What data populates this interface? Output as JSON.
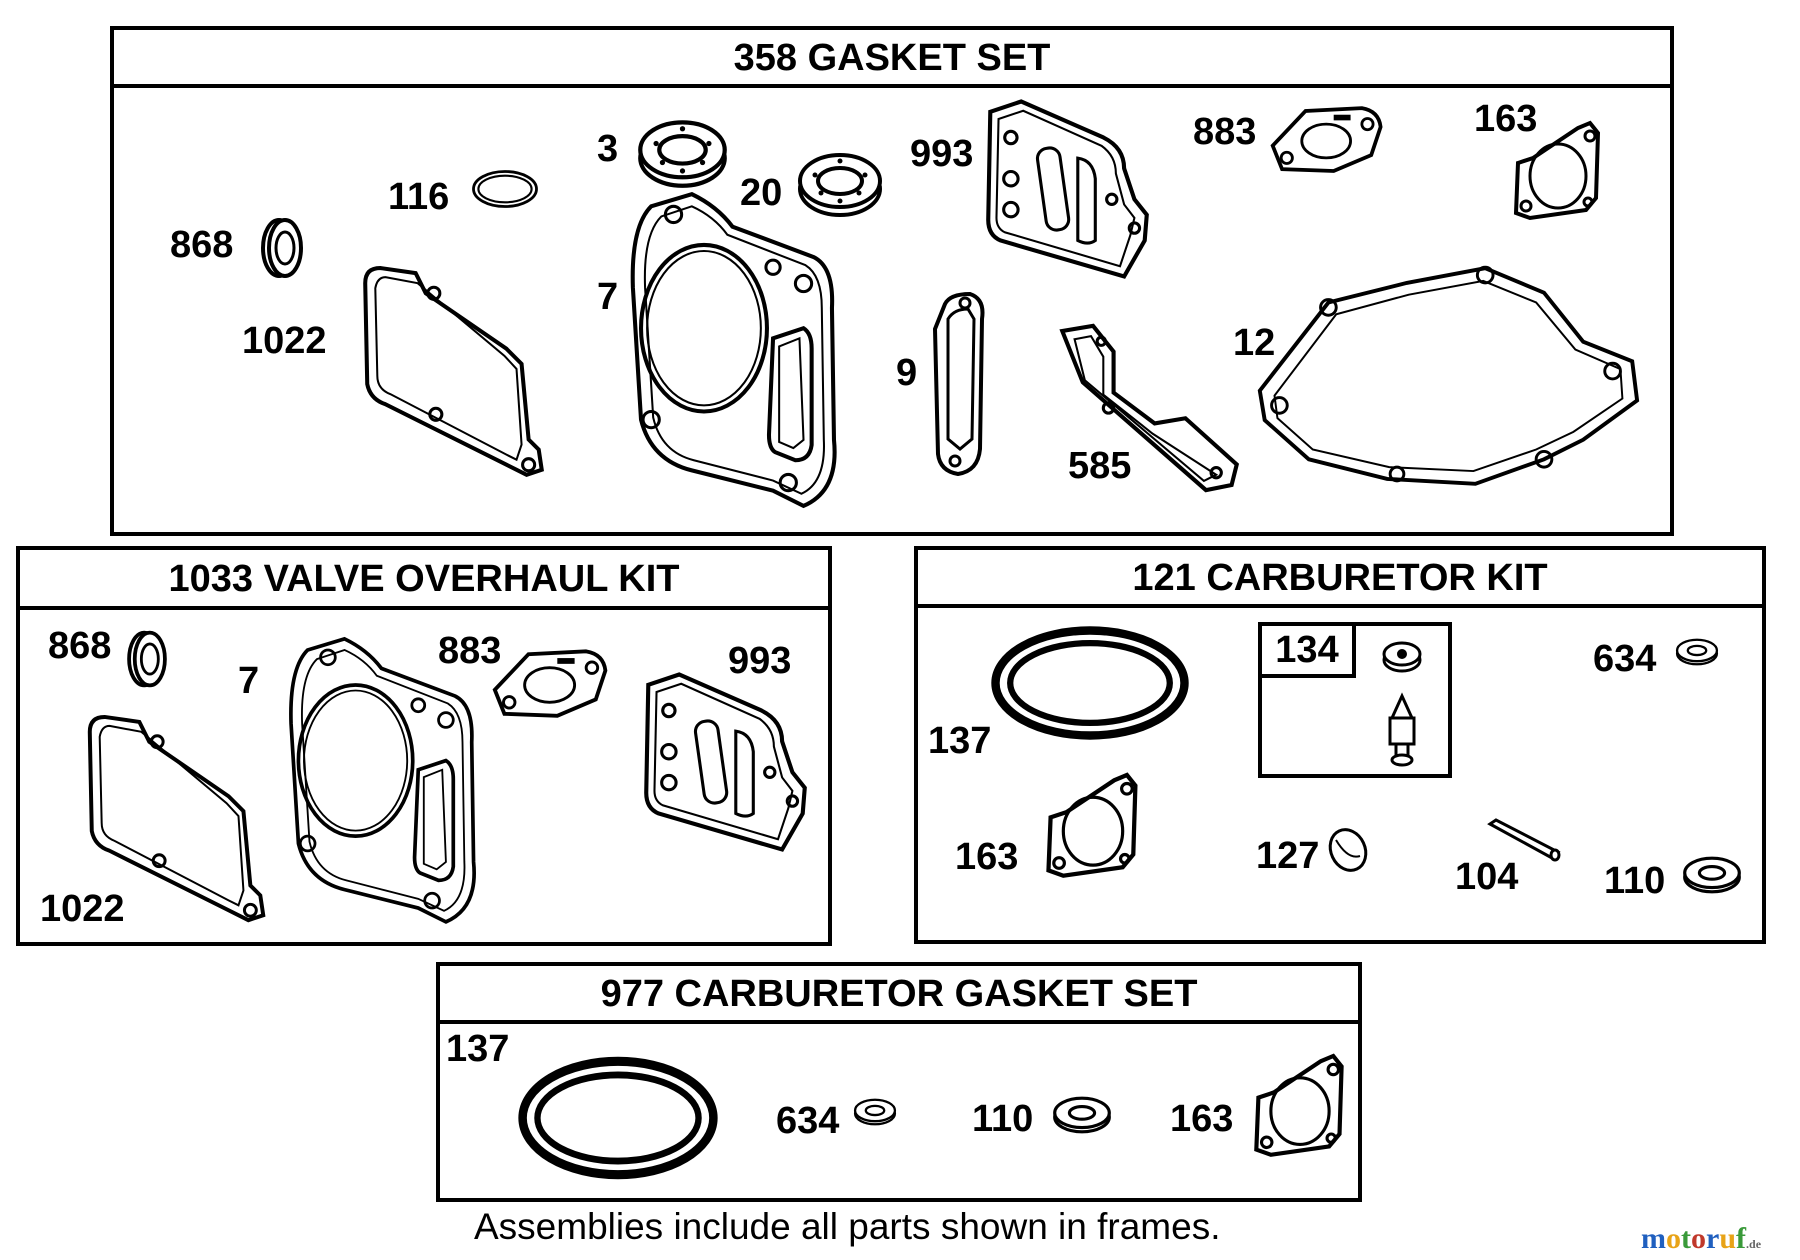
{
  "frames": {
    "gasket_set": {
      "title": "358 GASKET SET",
      "labels": {
        "p868": "868",
        "p116": "116",
        "p3": "3",
        "p20": "20",
        "p993": "993",
        "p883": "883",
        "p163": "163",
        "p1022": "1022",
        "p7": "7",
        "p9": "9",
        "p12": "12",
        "p585": "585"
      }
    },
    "valve_kit": {
      "title": "1033 VALVE OVERHAUL KIT",
      "labels": {
        "p868": "868",
        "p7": "7",
        "p883": "883",
        "p993": "993",
        "p1022": "1022"
      }
    },
    "carb_kit": {
      "title": "121 CARBURETOR KIT",
      "labels": {
        "p137": "137",
        "p134": "134",
        "p634": "634",
        "p163": "163",
        "p127": "127",
        "p104": "104",
        "p110": "110"
      }
    },
    "carb_gasket_set": {
      "title": "977 CARBURETOR  GASKET SET",
      "labels": {
        "p137": "137",
        "p634": "634",
        "p110": "110",
        "p163": "163"
      }
    }
  },
  "footnote": "Assemblies include all parts shown in frames.",
  "watermark": {
    "brand": "motoruf",
    "suffix": ".de",
    "colors": [
      "#1f5fbf",
      "#e8a317",
      "#3a9a3a",
      "#c0392b"
    ]
  }
}
